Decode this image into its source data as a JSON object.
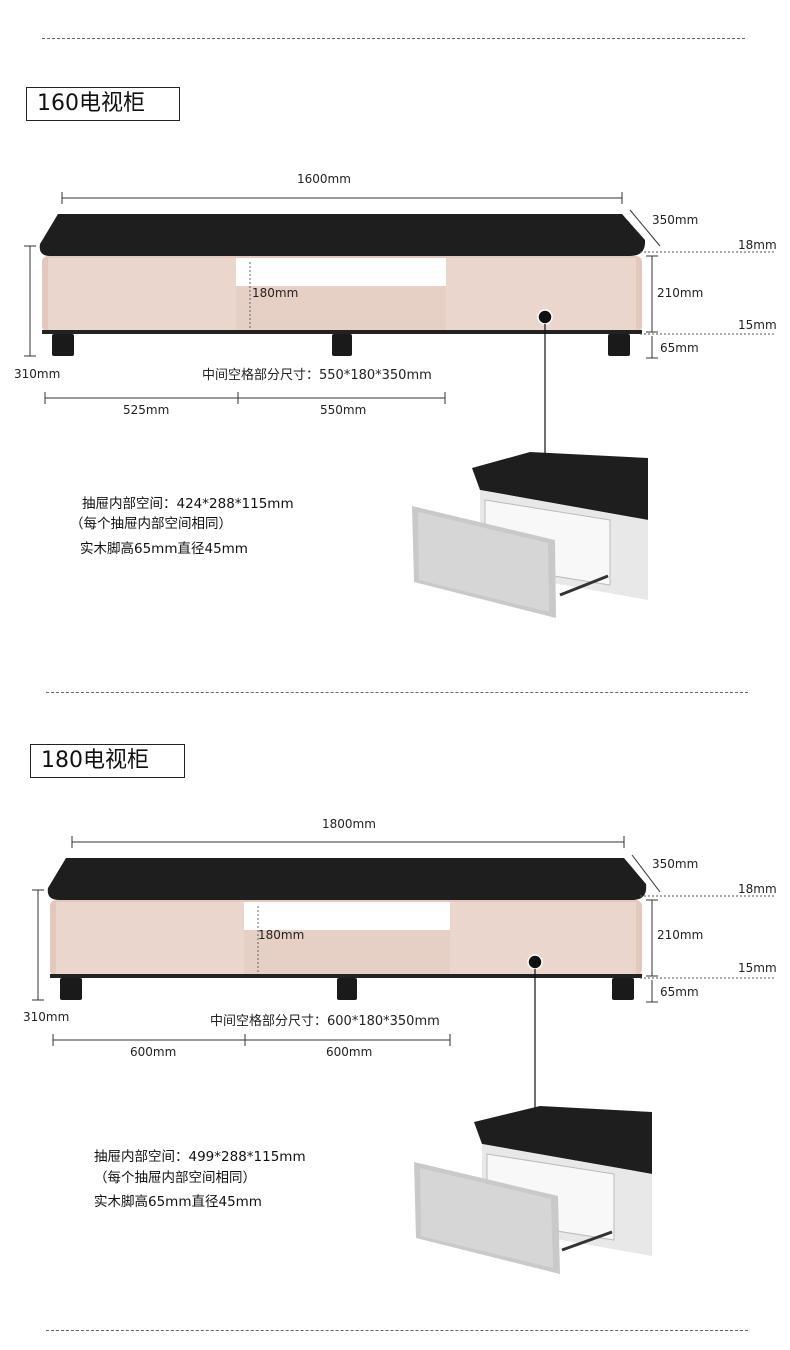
{
  "sections": [
    {
      "title": "160电视柜",
      "width_label": "1600mm",
      "depth_label": "350mm",
      "top_thickness_label": "18mm",
      "body_height_label": "210mm",
      "bottom_gap_label": "15mm",
      "leg_height_label": "65mm",
      "total_height_label": "310mm",
      "shelf_height_label": "180mm",
      "middle_space_label": "中间空格部分尺寸：550*180*350mm",
      "left_width_label": "525mm",
      "middle_width_label": "550mm",
      "drawer_inner_label": "抽屉内部空间：424*288*115mm",
      "drawer_same_label": "（每个抽屉内部空间相同）",
      "leg_label": "实木脚高65mm直径45mm"
    },
    {
      "title": "180电视柜",
      "width_label": "1800mm",
      "depth_label": "350mm",
      "top_thickness_label": "18mm",
      "body_height_label": "210mm",
      "bottom_gap_label": "15mm",
      "leg_height_label": "65mm",
      "total_height_label": "310mm",
      "shelf_height_label": "180mm",
      "middle_space_label": "中间空格部分尺寸：600*180*350mm",
      "left_width_label": "600mm",
      "middle_width_label": "600mm",
      "drawer_inner_label": "抽屉内部空间：499*288*115mm",
      "drawer_same_label": "（每个抽屉内部空间相同）",
      "leg_label": "实木脚高65mm直径45mm"
    }
  ],
  "colors": {
    "top": "#1e1e1e",
    "cabinet": "#e6cfc4",
    "leg": "#1a1a1a",
    "drawer_front": "#c9c9c9"
  },
  "icon_names": [
    "cabinet-illustration",
    "drawer-detail-illustration",
    "handle-icon"
  ]
}
